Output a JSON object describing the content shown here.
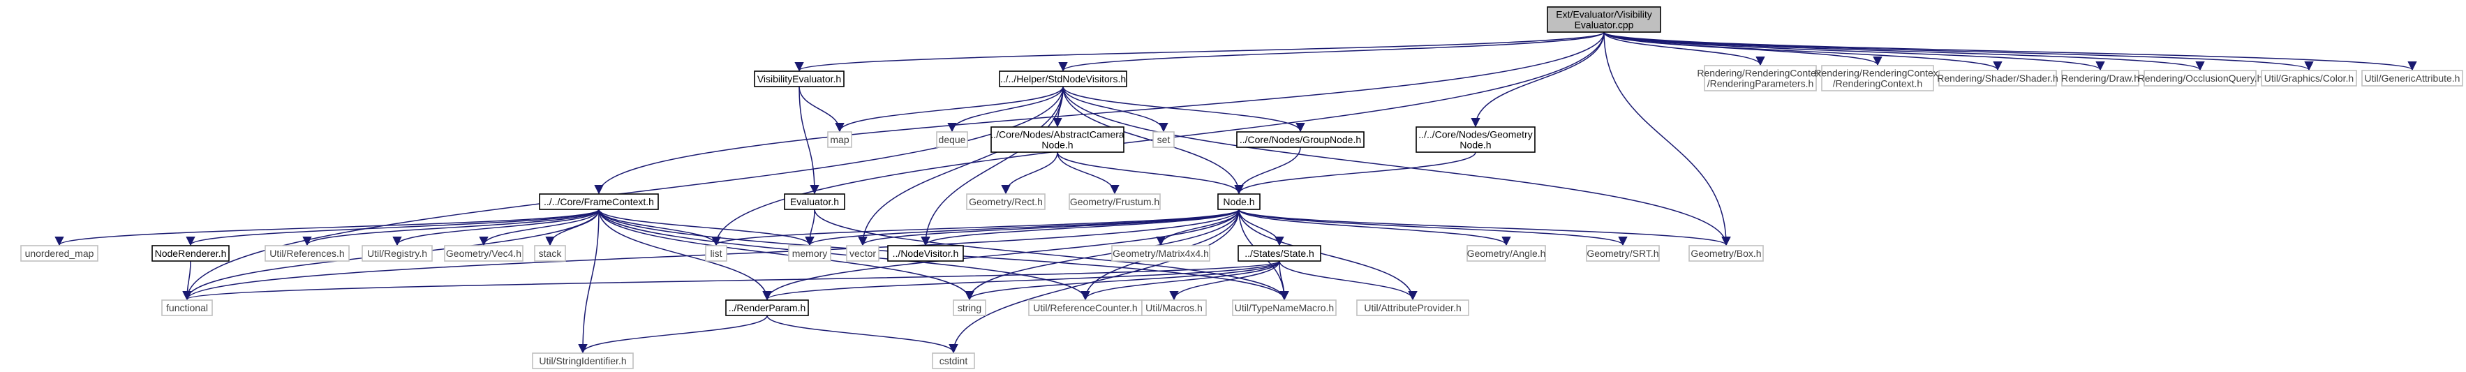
{
  "colors": {
    "edge": "#191970",
    "documented_border": "#000000",
    "documented_text": "#000000",
    "external_border": "#bfbfbf",
    "external_text": "#404040",
    "root_fill": "#bfbfbf"
  },
  "nodes": [
    {
      "id": "root",
      "lines": [
        "Ext/Evaluator/Visibility",
        "Evaluator.cpp"
      ],
      "kind": "root"
    },
    {
      "id": "visibility_evaluator_h",
      "lines": [
        "VisibilityEvaluator.h"
      ],
      "kind": "documented"
    },
    {
      "id": "std_node_visitors_h",
      "lines": [
        "../../Helper/StdNodeVisitors.h"
      ],
      "kind": "documented"
    },
    {
      "id": "rendering_parameters_h",
      "lines": [
        "Rendering/RenderingContext",
        "/RenderingParameters.h"
      ],
      "kind": "external"
    },
    {
      "id": "rendering_context_h",
      "lines": [
        "Rendering/RenderingContext",
        "/RenderingContext.h"
      ],
      "kind": "external"
    },
    {
      "id": "shader_h",
      "lines": [
        "Rendering/Shader/Shader.h"
      ],
      "kind": "external"
    },
    {
      "id": "draw_h",
      "lines": [
        "Rendering/Draw.h"
      ],
      "kind": "external"
    },
    {
      "id": "occlusion_query_h",
      "lines": [
        "Rendering/OcclusionQuery.h"
      ],
      "kind": "external"
    },
    {
      "id": "color_h",
      "lines": [
        "Util/Graphics/Color.h"
      ],
      "kind": "external"
    },
    {
      "id": "generic_attribute_h",
      "lines": [
        "Util/GenericAttribute.h"
      ],
      "kind": "external"
    },
    {
      "id": "map",
      "lines": [
        "map"
      ],
      "kind": "external"
    },
    {
      "id": "deque",
      "lines": [
        "deque"
      ],
      "kind": "external"
    },
    {
      "id": "abstract_camera_node_h",
      "lines": [
        "../Core/Nodes/AbstractCamera",
        "Node.h"
      ],
      "kind": "documented"
    },
    {
      "id": "set",
      "lines": [
        "set"
      ],
      "kind": "external"
    },
    {
      "id": "group_node_h",
      "lines": [
        "../Core/Nodes/GroupNode.h"
      ],
      "kind": "documented"
    },
    {
      "id": "geometry_node_h",
      "lines": [
        "../../Core/Nodes/Geometry",
        "Node.h"
      ],
      "kind": "documented"
    },
    {
      "id": "evaluator_h",
      "lines": [
        "Evaluator.h"
      ],
      "kind": "documented"
    },
    {
      "id": "geometry_rect_h",
      "lines": [
        "Geometry/Rect.h"
      ],
      "kind": "external"
    },
    {
      "id": "geometry_frustum_h",
      "lines": [
        "Geometry/Frustum.h"
      ],
      "kind": "external"
    },
    {
      "id": "frame_context_h",
      "lines": [
        "../../Core/FrameContext.h"
      ],
      "kind": "documented"
    },
    {
      "id": "node_h",
      "lines": [
        "Node.h"
      ],
      "kind": "documented"
    },
    {
      "id": "unordered_map",
      "lines": [
        "unordered_map"
      ],
      "kind": "external"
    },
    {
      "id": "node_renderer_h",
      "lines": [
        "NodeRenderer.h"
      ],
      "kind": "documented"
    },
    {
      "id": "util_references_h",
      "lines": [
        "Util/References.h"
      ],
      "kind": "external"
    },
    {
      "id": "util_registry_h",
      "lines": [
        "Util/Registry.h"
      ],
      "kind": "external"
    },
    {
      "id": "geometry_vec4_h",
      "lines": [
        "Geometry/Vec4.h"
      ],
      "kind": "external"
    },
    {
      "id": "stack",
      "lines": [
        "stack"
      ],
      "kind": "external"
    },
    {
      "id": "list",
      "lines": [
        "list"
      ],
      "kind": "external"
    },
    {
      "id": "memory",
      "lines": [
        "memory"
      ],
      "kind": "external"
    },
    {
      "id": "vector",
      "lines": [
        "vector"
      ],
      "kind": "external"
    },
    {
      "id": "node_visitor_h",
      "lines": [
        "../NodeVisitor.h"
      ],
      "kind": "documented"
    },
    {
      "id": "geometry_matrix4x4_h",
      "lines": [
        "Geometry/Matrix4x4.h"
      ],
      "kind": "external"
    },
    {
      "id": "states_state_h",
      "lines": [
        "../States/State.h"
      ],
      "kind": "documented"
    },
    {
      "id": "geometry_angle_h",
      "lines": [
        "Geometry/Angle.h"
      ],
      "kind": "external"
    },
    {
      "id": "geometry_srt_h",
      "lines": [
        "Geometry/SRT.h"
      ],
      "kind": "external"
    },
    {
      "id": "geometry_box_h",
      "lines": [
        "Geometry/Box.h"
      ],
      "kind": "external"
    },
    {
      "id": "functional",
      "lines": [
        "functional"
      ],
      "kind": "external"
    },
    {
      "id": "render_param_h",
      "lines": [
        "../RenderParam.h"
      ],
      "kind": "documented"
    },
    {
      "id": "string",
      "lines": [
        "string"
      ],
      "kind": "external"
    },
    {
      "id": "util_reference_counter_h",
      "lines": [
        "Util/ReferenceCounter.h"
      ],
      "kind": "external"
    },
    {
      "id": "util_macros_h",
      "lines": [
        "Util/Macros.h"
      ],
      "kind": "external"
    },
    {
      "id": "util_type_name_macro_h",
      "lines": [
        "Util/TypeNameMacro.h"
      ],
      "kind": "external"
    },
    {
      "id": "util_attribute_provider_h",
      "lines": [
        "Util/AttributeProvider.h"
      ],
      "kind": "external"
    },
    {
      "id": "util_string_identifier_h",
      "lines": [
        "Util/StringIdentifier.h"
      ],
      "kind": "external"
    },
    {
      "id": "cstdint",
      "lines": [
        "cstdint"
      ],
      "kind": "external"
    }
  ],
  "edges": [
    [
      "root",
      "visibility_evaluator_h"
    ],
    [
      "root",
      "std_node_visitors_h"
    ],
    [
      "root",
      "rendering_parameters_h"
    ],
    [
      "root",
      "rendering_context_h"
    ],
    [
      "root",
      "shader_h"
    ],
    [
      "root",
      "draw_h"
    ],
    [
      "root",
      "occlusion_query_h"
    ],
    [
      "root",
      "color_h"
    ],
    [
      "root",
      "generic_attribute_h"
    ],
    [
      "root",
      "list"
    ],
    [
      "root",
      "frame_context_h"
    ],
    [
      "root",
      "geometry_node_h"
    ],
    [
      "root",
      "geometry_box_h"
    ],
    [
      "visibility_evaluator_h",
      "map"
    ],
    [
      "visibility_evaluator_h",
      "evaluator_h"
    ],
    [
      "std_node_visitors_h",
      "map"
    ],
    [
      "std_node_visitors_h",
      "deque"
    ],
    [
      "std_node_visitors_h",
      "abstract_camera_node_h"
    ],
    [
      "std_node_visitors_h",
      "set"
    ],
    [
      "std_node_visitors_h",
      "group_node_h"
    ],
    [
      "std_node_visitors_h",
      "node_h"
    ],
    [
      "std_node_visitors_h",
      "vector"
    ],
    [
      "std_node_visitors_h",
      "node_visitor_h"
    ],
    [
      "std_node_visitors_h",
      "functional"
    ],
    [
      "std_node_visitors_h",
      "geometry_box_h"
    ],
    [
      "abstract_camera_node_h",
      "geometry_rect_h"
    ],
    [
      "abstract_camera_node_h",
      "geometry_frustum_h"
    ],
    [
      "abstract_camera_node_h",
      "node_h"
    ],
    [
      "group_node_h",
      "node_h"
    ],
    [
      "geometry_node_h",
      "node_h"
    ],
    [
      "evaluator_h",
      "memory"
    ],
    [
      "evaluator_h",
      "util_type_name_macro_h"
    ],
    [
      "frame_context_h",
      "unordered_map"
    ],
    [
      "frame_context_h",
      "node_renderer_h"
    ],
    [
      "frame_context_h",
      "util_references_h"
    ],
    [
      "frame_context_h",
      "util_registry_h"
    ],
    [
      "frame_context_h",
      "geometry_vec4_h"
    ],
    [
      "frame_context_h",
      "stack"
    ],
    [
      "frame_context_h",
      "list"
    ],
    [
      "frame_context_h",
      "memory"
    ],
    [
      "frame_context_h",
      "functional"
    ],
    [
      "frame_context_h",
      "render_param_h"
    ],
    [
      "frame_context_h",
      "string"
    ],
    [
      "frame_context_h",
      "util_reference_counter_h"
    ],
    [
      "frame_context_h",
      "util_string_identifier_h"
    ],
    [
      "frame_context_h",
      "util_type_name_macro_h"
    ],
    [
      "node_renderer_h",
      "functional"
    ],
    [
      "node_h",
      "list"
    ],
    [
      "node_h",
      "memory"
    ],
    [
      "node_h",
      "vector"
    ],
    [
      "node_h",
      "node_visitor_h"
    ],
    [
      "node_h",
      "geometry_matrix4x4_h"
    ],
    [
      "node_h",
      "states_state_h"
    ],
    [
      "node_h",
      "geometry_angle_h"
    ],
    [
      "node_h",
      "geometry_srt_h"
    ],
    [
      "node_h",
      "geometry_box_h"
    ],
    [
      "node_h",
      "functional"
    ],
    [
      "node_h",
      "render_param_h"
    ],
    [
      "node_h",
      "string"
    ],
    [
      "node_h",
      "util_reference_counter_h"
    ],
    [
      "node_h",
      "util_type_name_macro_h"
    ],
    [
      "node_h",
      "util_attribute_provider_h"
    ],
    [
      "node_h",
      "cstdint"
    ],
    [
      "states_state_h",
      "util_reference_counter_h"
    ],
    [
      "states_state_h",
      "util_macros_h"
    ],
    [
      "states_state_h",
      "util_type_name_macro_h"
    ],
    [
      "states_state_h",
      "util_attribute_provider_h"
    ],
    [
      "states_state_h",
      "string"
    ],
    [
      "states_state_h",
      "render_param_h"
    ],
    [
      "states_state_h",
      "functional"
    ],
    [
      "render_param_h",
      "util_string_identifier_h"
    ],
    [
      "render_param_h",
      "cstdint"
    ]
  ]
}
